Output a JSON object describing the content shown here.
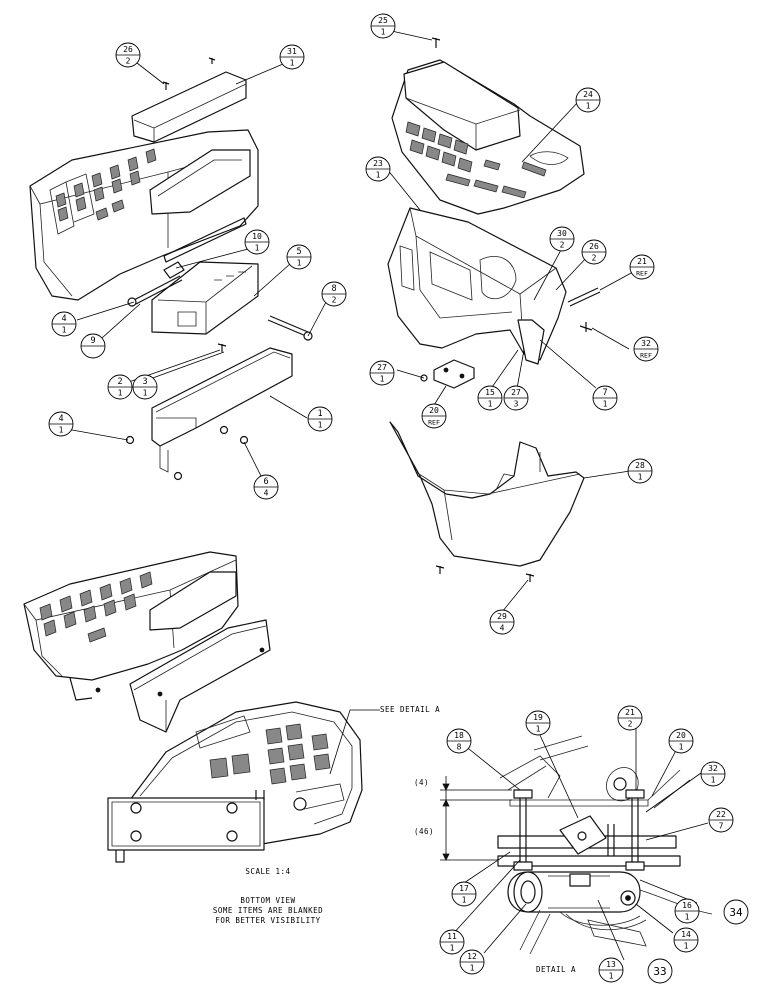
{
  "balloons": [
    {
      "id": "b26a",
      "num": "26",
      "qty": "2"
    },
    {
      "id": "b31",
      "num": "31",
      "qty": "1"
    },
    {
      "id": "b10",
      "num": "10",
      "qty": "1"
    },
    {
      "id": "b5",
      "num": "5",
      "qty": "1"
    },
    {
      "id": "b8",
      "num": "8",
      "qty": "2"
    },
    {
      "id": "b4a",
      "num": "4",
      "qty": "1"
    },
    {
      "id": "b9",
      "num": "9",
      "qty": ""
    },
    {
      "id": "b2",
      "num": "2",
      "qty": "1"
    },
    {
      "id": "b3",
      "num": "3",
      "qty": "1"
    },
    {
      "id": "b1",
      "num": "1",
      "qty": "1"
    },
    {
      "id": "b4b",
      "num": "4",
      "qty": "1"
    },
    {
      "id": "b6",
      "num": "6",
      "qty": "4"
    },
    {
      "id": "b25",
      "num": "25",
      "qty": "1"
    },
    {
      "id": "b24",
      "num": "24",
      "qty": "1"
    },
    {
      "id": "b23",
      "num": "23",
      "qty": "1"
    },
    {
      "id": "b30",
      "num": "30",
      "qty": "2"
    },
    {
      "id": "b26b",
      "num": "26",
      "qty": "2"
    },
    {
      "id": "b21a",
      "num": "21",
      "qty": "REF"
    },
    {
      "id": "b32a",
      "num": "32",
      "qty": "REF"
    },
    {
      "id": "b27a",
      "num": "27",
      "qty": "1"
    },
    {
      "id": "b15",
      "num": "15",
      "qty": "1"
    },
    {
      "id": "b27b",
      "num": "27",
      "qty": "3"
    },
    {
      "id": "b7",
      "num": "7",
      "qty": "1"
    },
    {
      "id": "b20a",
      "num": "20",
      "qty": "REF"
    },
    {
      "id": "b28",
      "num": "28",
      "qty": "1"
    },
    {
      "id": "b29",
      "num": "29",
      "qty": "4"
    },
    {
      "id": "b18",
      "num": "18",
      "qty": "8"
    },
    {
      "id": "b19",
      "num": "19",
      "qty": "1"
    },
    {
      "id": "b21b",
      "num": "21",
      "qty": "2"
    },
    {
      "id": "b20b",
      "num": "20",
      "qty": "1"
    },
    {
      "id": "b32b",
      "num": "32",
      "qty": "1"
    },
    {
      "id": "b22",
      "num": "22",
      "qty": "7"
    },
    {
      "id": "b17",
      "num": "17",
      "qty": "1"
    },
    {
      "id": "b16",
      "num": "16",
      "qty": "1"
    },
    {
      "id": "b11",
      "num": "11",
      "qty": "1"
    },
    {
      "id": "b12",
      "num": "12",
      "qty": "1"
    },
    {
      "id": "b13",
      "num": "13",
      "qty": "1"
    },
    {
      "id": "b14",
      "num": "14",
      "qty": "1"
    }
  ],
  "extra_callouts": {
    "c34": "34",
    "c33": "33"
  },
  "notes": {
    "see_detail": "SEE DETAIL  A",
    "scale": "SCALE  1:4",
    "bottom_view": "BOTTOM VIEW",
    "items_blanked": "SOME ITEMS ARE BLANKED",
    "visibility": "FOR BETTER VISIBILITY",
    "detail_a": "DETAIL  A"
  },
  "dimensions": {
    "small": "(4)",
    "large": "(46)"
  }
}
